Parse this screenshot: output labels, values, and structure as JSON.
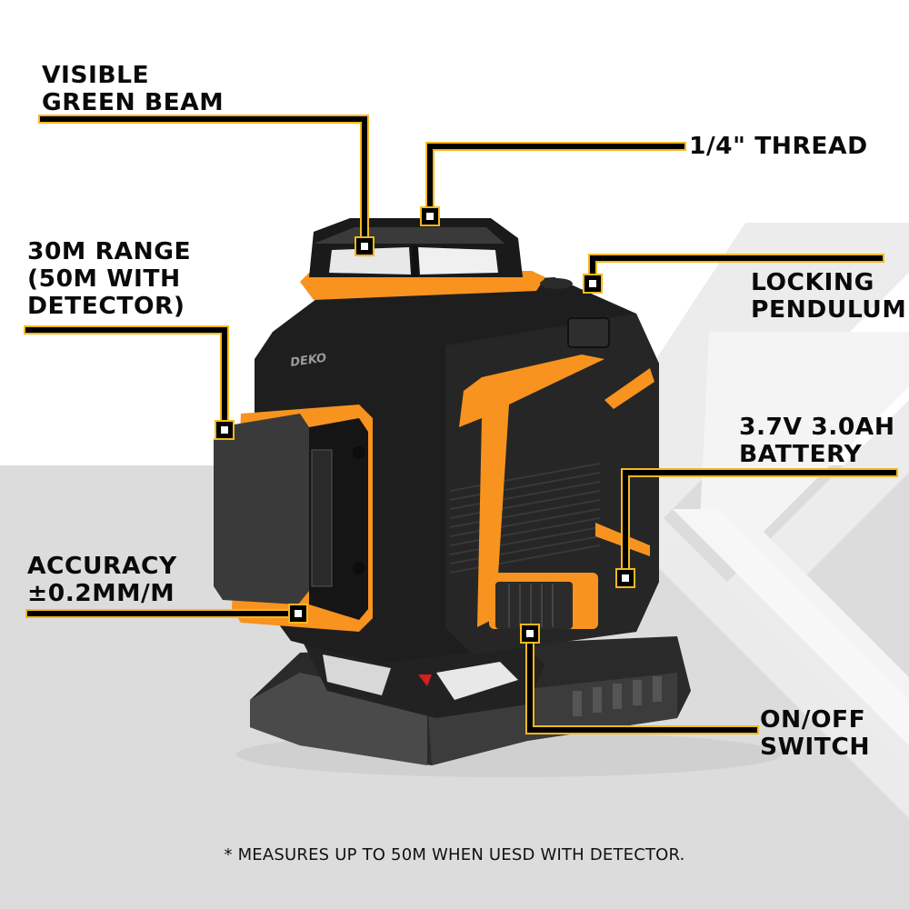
{
  "callouts": [
    {
      "id": "visible-green-beam",
      "lines": [
        "VISIBLE",
        "GREEN BEAM"
      ]
    },
    {
      "id": "thread",
      "lines": [
        "1/4\" THREAD"
      ]
    },
    {
      "id": "range",
      "lines": [
        "30M RANGE",
        "(50M WITH",
        "DETECTOR)"
      ]
    },
    {
      "id": "locking-pendulum",
      "lines": [
        "LOCKING",
        "PENDULUM"
      ]
    },
    {
      "id": "battery",
      "lines": [
        "3.7V 3.0AH",
        "BATTERY"
      ]
    },
    {
      "id": "accuracy",
      "lines": [
        "ACCURACY",
        "±0.2MM/M"
      ]
    },
    {
      "id": "on-off-switch",
      "lines": [
        "ON/OFF",
        "SWITCH"
      ]
    }
  ],
  "labels": {
    "visible_green_beam": "VISIBLE\nGREEN BEAM",
    "thread": "1/4\" THREAD",
    "range": "30M RANGE\n(50M WITH\nDETECTOR)",
    "locking_pendulum": "LOCKING\nPENDULUM",
    "battery": "3.7V 3.0AH\nBATTERY",
    "accuracy": "ACCURACY\n±0.2MM/M",
    "on_off_switch": "ON/OFF\nSWITCH"
  },
  "product": {
    "brand": "DEKO"
  },
  "footnote": "* MEASURES UP TO 50M WHEN UESD WITH DETECTOR.",
  "colors": {
    "accent_orange": "#f7931e",
    "callout_outline": "#f5b820",
    "callout_line": "#000000",
    "body_dark": "#1c1c1c",
    "background_light": "#ffffff",
    "background_gray": "#dcdcdc"
  }
}
